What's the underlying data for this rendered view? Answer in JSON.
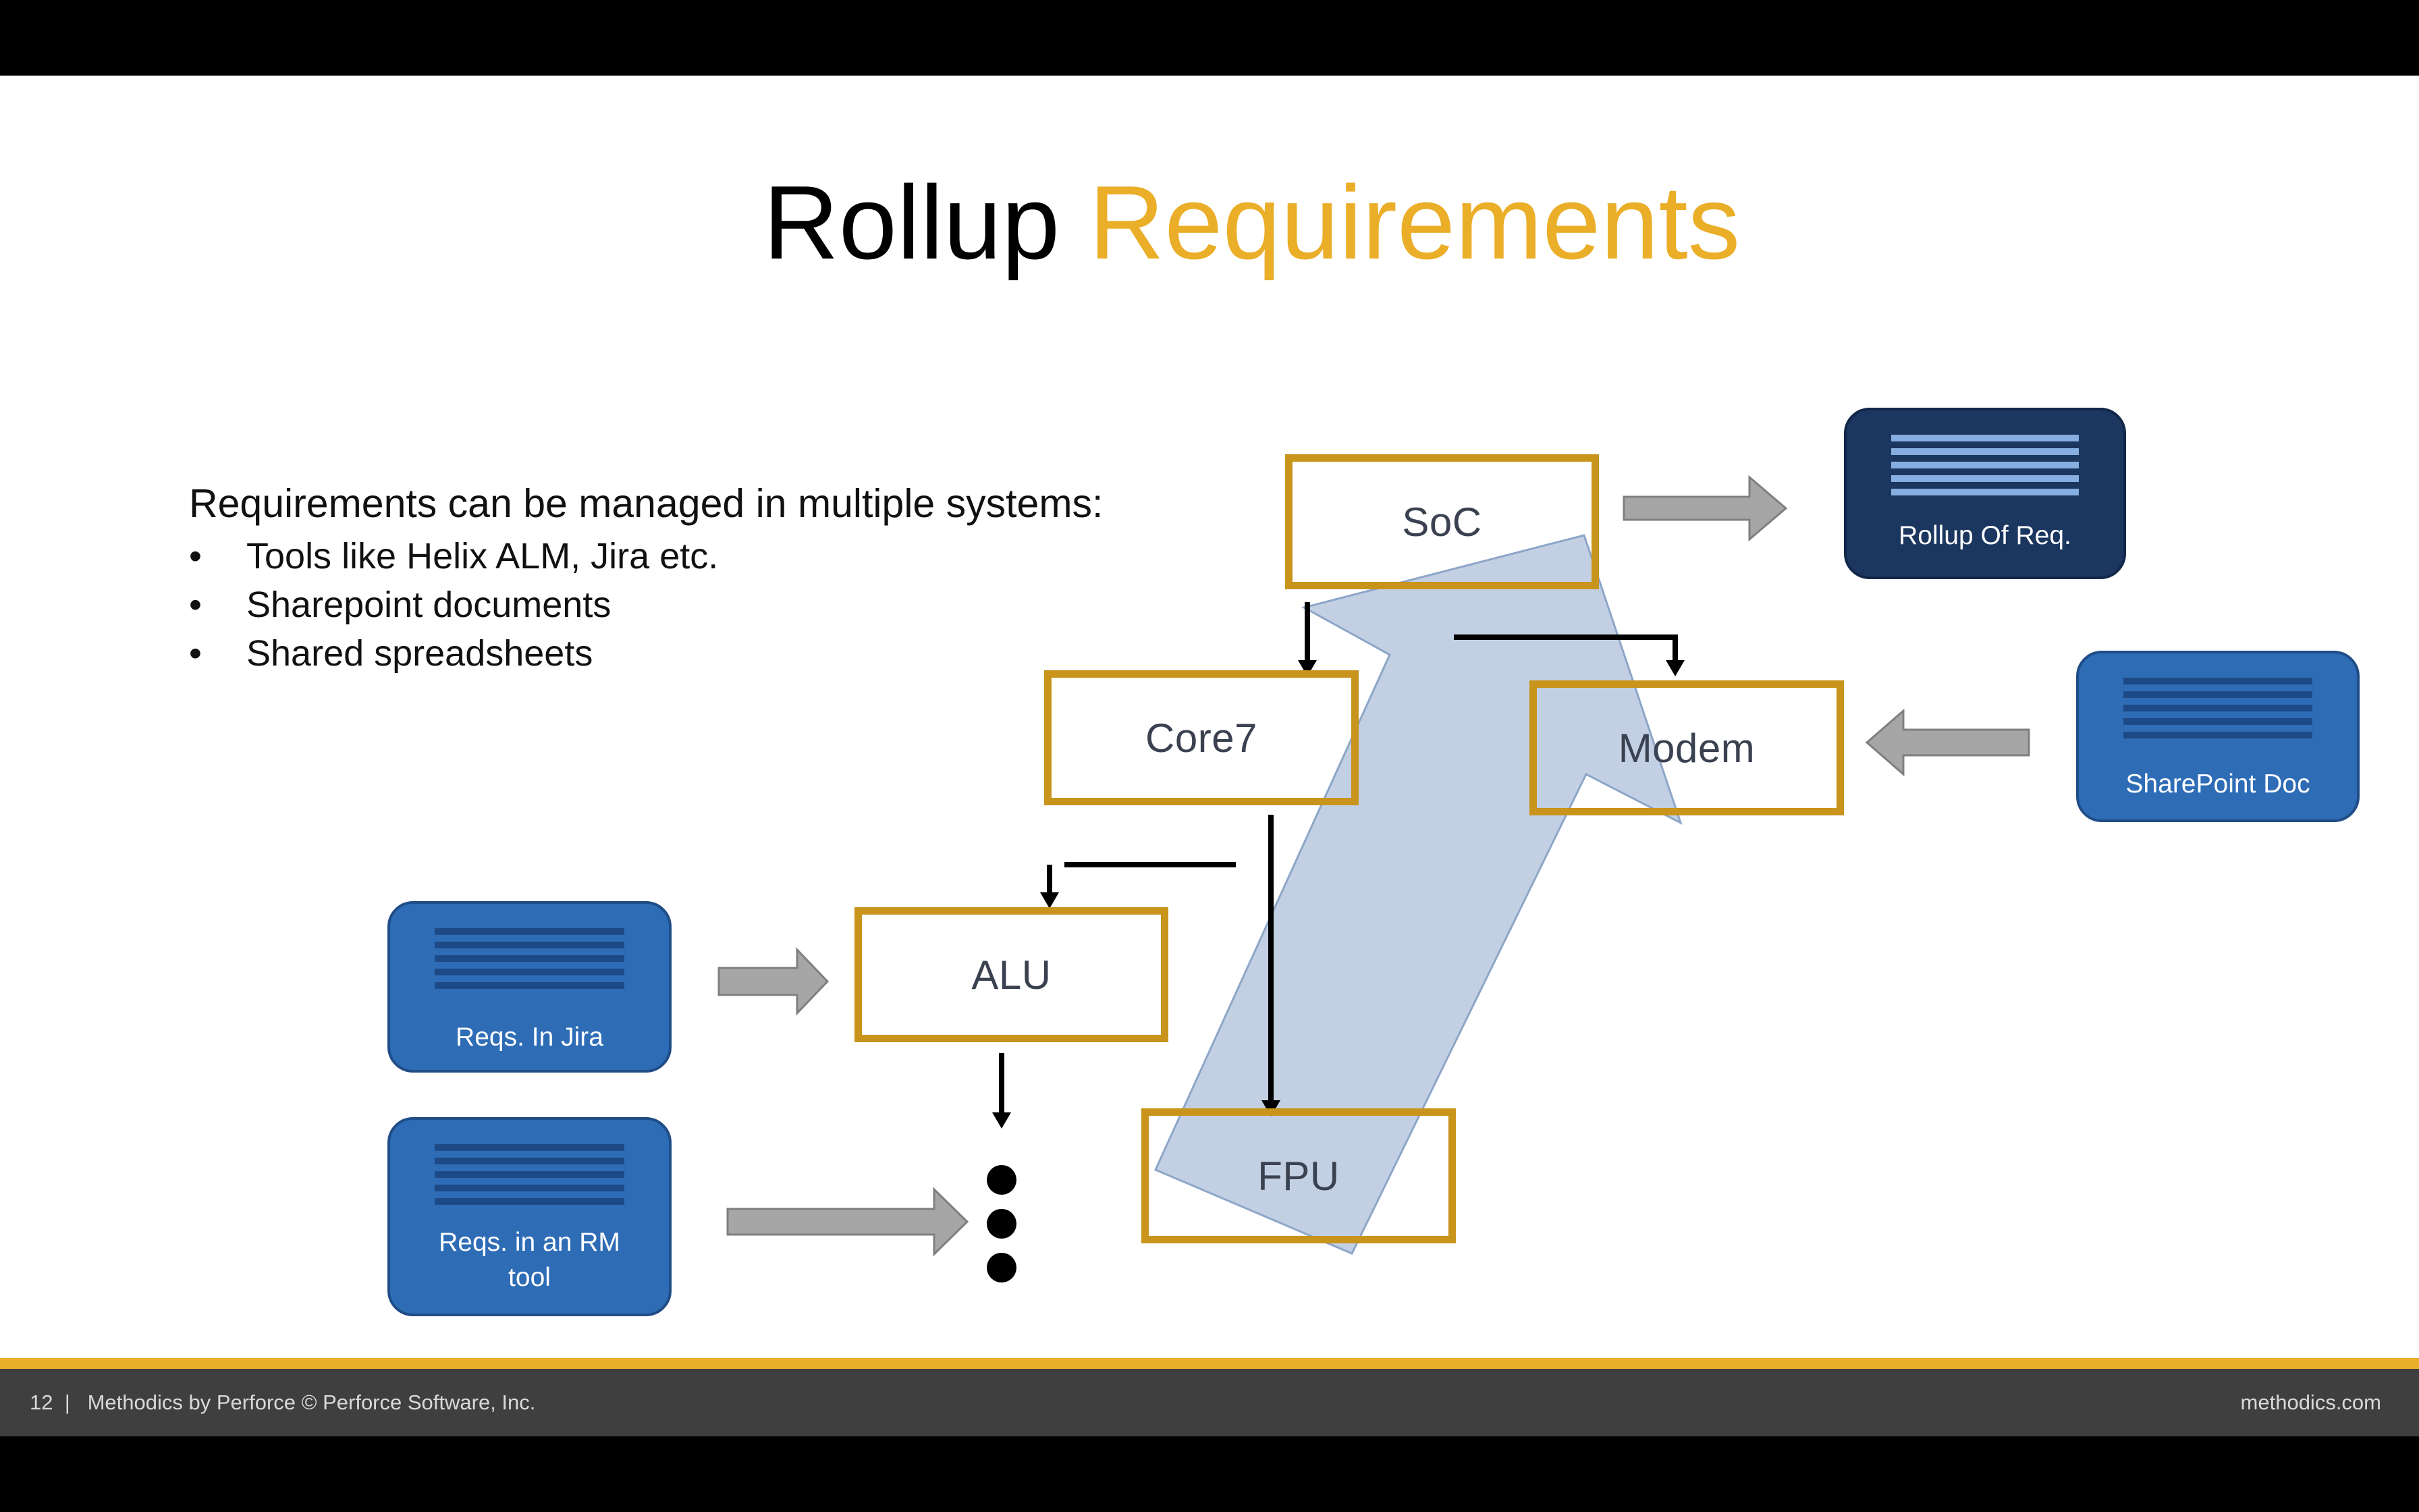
{
  "slide": {
    "title_main": "Rollup",
    "title_accent": "Requirements",
    "accent_color": "#EBAE28",
    "node_border_color": "#C8941B",
    "intro": "Requirements can be managed in multiple systems:",
    "bullets": [
      "Tools like Helix ALM, Jira etc.",
      "Sharepoint documents",
      "Shared spreadsheets"
    ]
  },
  "diagram": {
    "nodes": {
      "soc": "SoC",
      "core7": "Core7",
      "modem": "Modem",
      "alu": "ALU",
      "fpu": "FPU"
    },
    "documents": {
      "rollup": "Rollup Of Req.",
      "sharepoint": "SharePoint Doc",
      "jira": "Reqs. In Jira",
      "rm_tool": "Reqs. in an RM tool"
    },
    "colors": {
      "doc_blue": "#2E6CB6",
      "doc_navy": "#1B365F",
      "big_arrow": "#B8C8DE",
      "small_arrow": "#A6A6A6"
    }
  },
  "footer": {
    "page_number": "12",
    "credit": "Methodics by Perforce © Perforce Software, Inc.",
    "site": "methodics.com"
  }
}
